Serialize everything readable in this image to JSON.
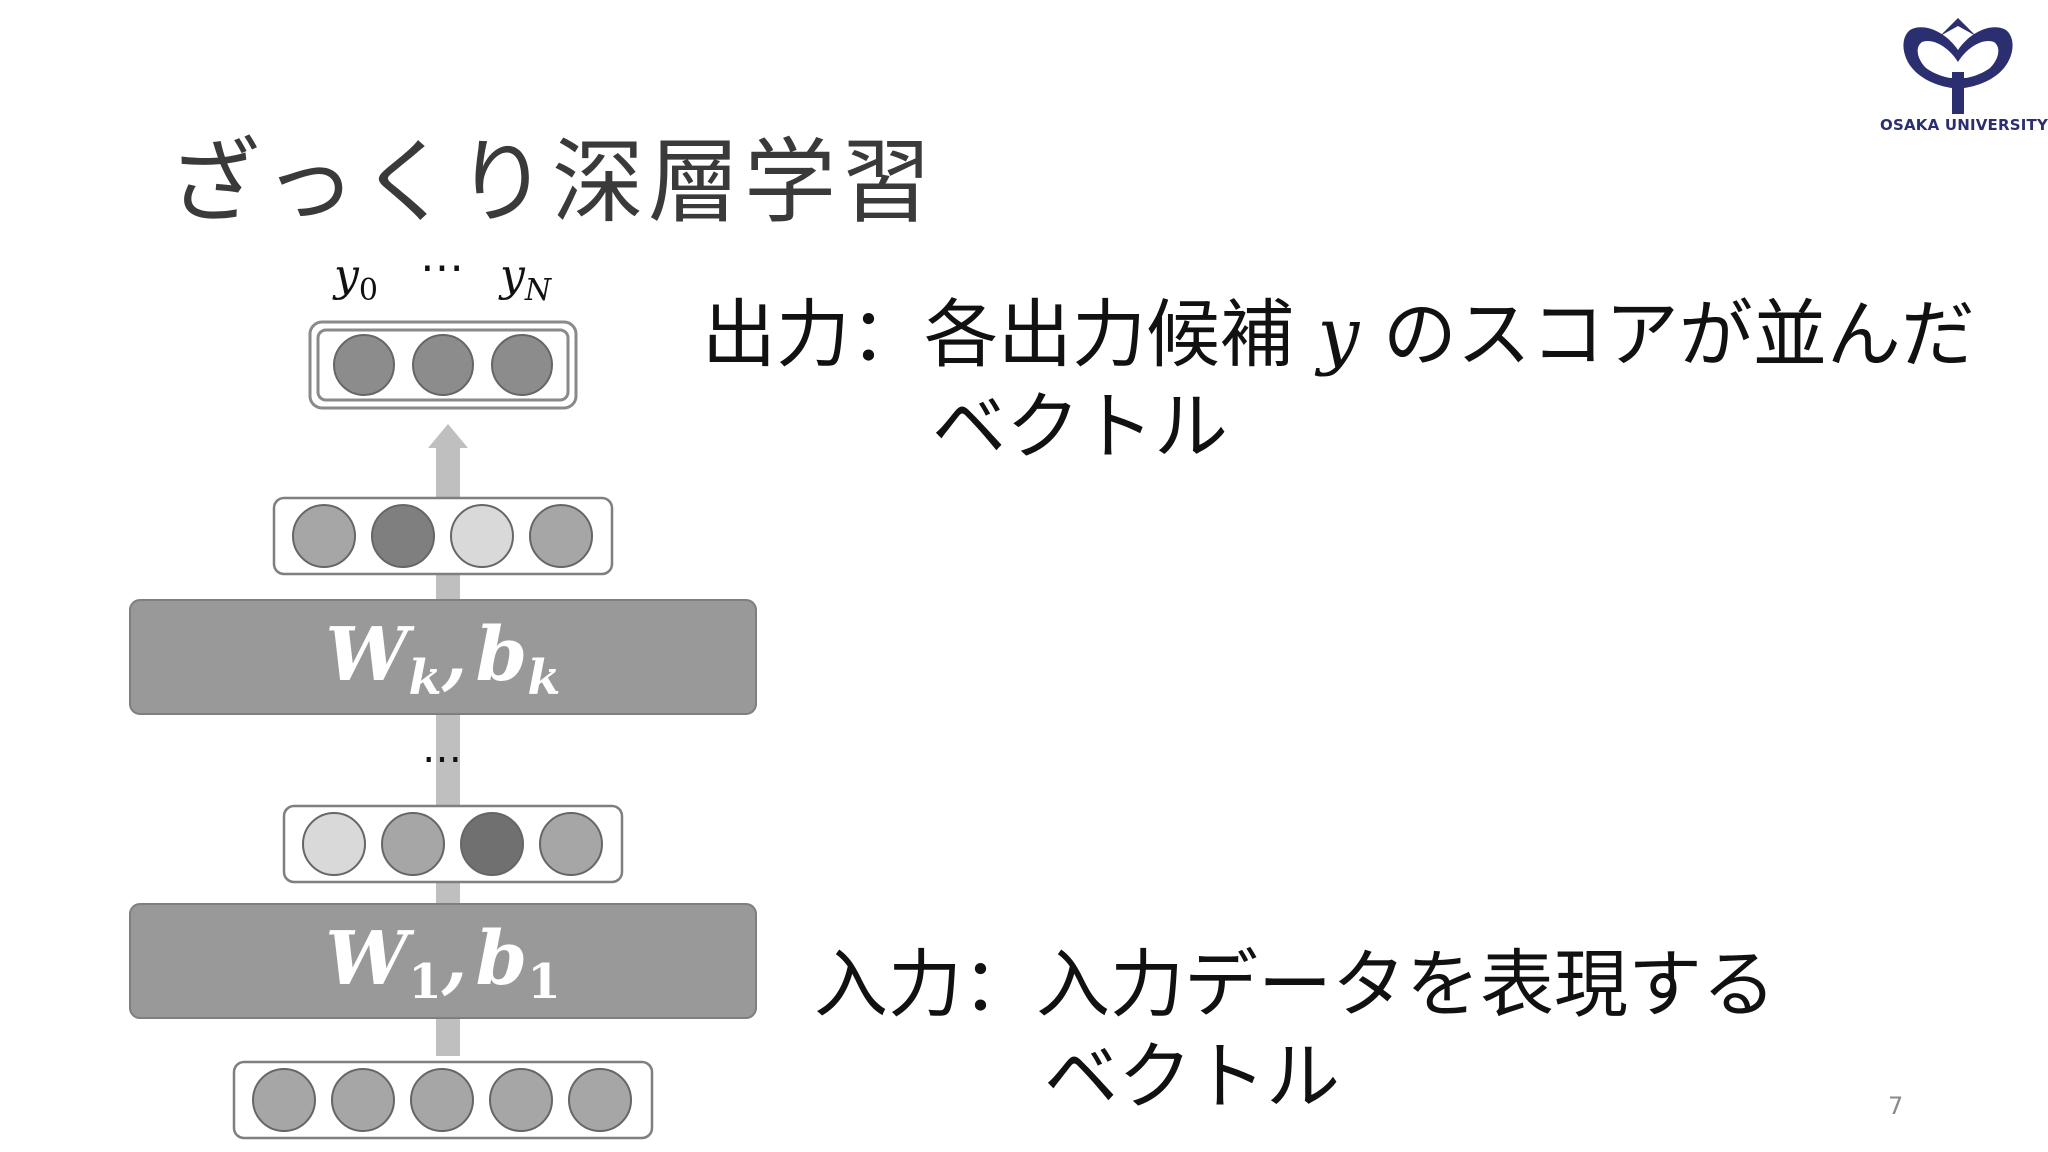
{
  "slide": {
    "title": "ざっくり深層学習",
    "page_number": "7"
  },
  "logo": {
    "icon": "osaka-university-emblem-icon",
    "text": "OSAKA UNIVERSITY",
    "color": "#2b2e6f"
  },
  "output_desc": {
    "prefix": "出力：各出力候補 ",
    "symbol": "y",
    "suffix": " のスコアが並んだ",
    "continuation": "ベクトル"
  },
  "input_desc": {
    "prefix": "入力：入力データを表現する",
    "continuation": "ベクトル"
  },
  "diagram": {
    "output_labels": {
      "y0": "y",
      "y0_sub": "0",
      "ellipsis": "⋯",
      "yN": "y",
      "yN_sub": "N"
    },
    "layers": [
      {
        "weight": "W",
        "weight_sub": "k",
        "comma": ",",
        "bias": "b",
        "bias_sub": "k"
      },
      {
        "weight": "W",
        "weight_sub": "1",
        "comma": ",",
        "bias": "b",
        "bias_sub": "1"
      }
    ],
    "middle_ellipsis": "…",
    "vectors": {
      "output": [
        "#8c8c8c",
        "#8c8c8c",
        "#8c8c8c"
      ],
      "hidden_k": [
        "#a6a6a6",
        "#7f7f7f",
        "#d9d9d9",
        "#a6a6a6"
      ],
      "hidden_1": [
        "#d9d9d9",
        "#a6a6a6",
        "#707070",
        "#a6a6a6"
      ],
      "input": [
        "#a6a6a6",
        "#a6a6a6",
        "#a6a6a6",
        "#a6a6a6",
        "#a6a6a6"
      ]
    },
    "colors": {
      "layer_fill": "#999999",
      "arrow": "#bfbfbf",
      "box_stroke": "#7f7f7f"
    }
  }
}
